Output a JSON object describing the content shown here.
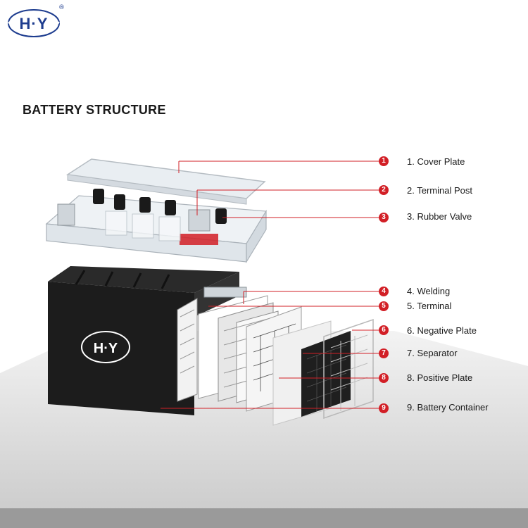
{
  "brand": {
    "logo_text": "H·Y",
    "registered_mark": "®",
    "color": "#1e3d8f"
  },
  "title": "BATTERY STRUCTURE",
  "accent_color": "#d21f26",
  "parts": [
    {
      "number": "1",
      "label": "1. Cover Plate"
    },
    {
      "number": "2",
      "label": "2. Terminal Post"
    },
    {
      "number": "3",
      "label": "3. Rubber Valve"
    },
    {
      "number": "4",
      "label": "4. Welding"
    },
    {
      "number": "5",
      "label": "5. Terminal"
    },
    {
      "number": "6",
      "label": "6. Negative Plate"
    },
    {
      "number": "7",
      "label": "7. Separator"
    },
    {
      "number": "8",
      "label": "8. Positive Plate"
    },
    {
      "number": "9",
      "label": "9. Battery Container"
    }
  ],
  "container_logo_text": "H·Y"
}
